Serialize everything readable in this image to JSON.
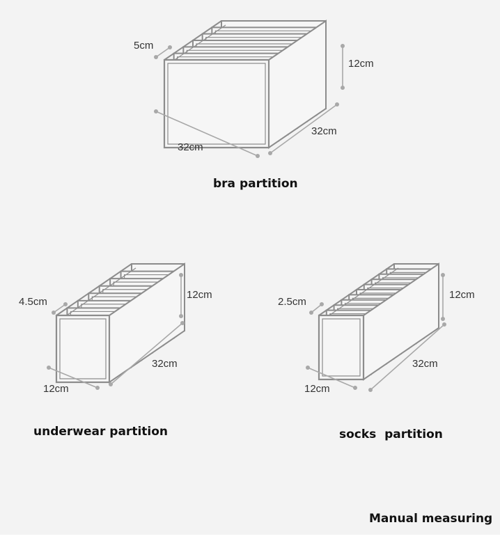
{
  "colors": {
    "background": "#f3f3f3",
    "outline": "#8c8c8c",
    "panel": "#f6f6f6",
    "dimension_line": "#a8a8a8",
    "text": "#333333"
  },
  "bra": {
    "caption": "bra partition",
    "depth_label": "5cm",
    "height_label": "12cm",
    "length_label": "32cm",
    "width_label": "32cm"
  },
  "underwear": {
    "caption": "underwear partition",
    "depth_label": "4.5cm",
    "height_label": "12cm",
    "length_label": "32cm",
    "width_label": "12cm"
  },
  "socks": {
    "caption": "socks  partition",
    "depth_label": "2.5cm",
    "height_label": "12cm",
    "length_label": "32cm",
    "width_label": "12cm"
  },
  "footer": {
    "note": "Manual measuring"
  }
}
